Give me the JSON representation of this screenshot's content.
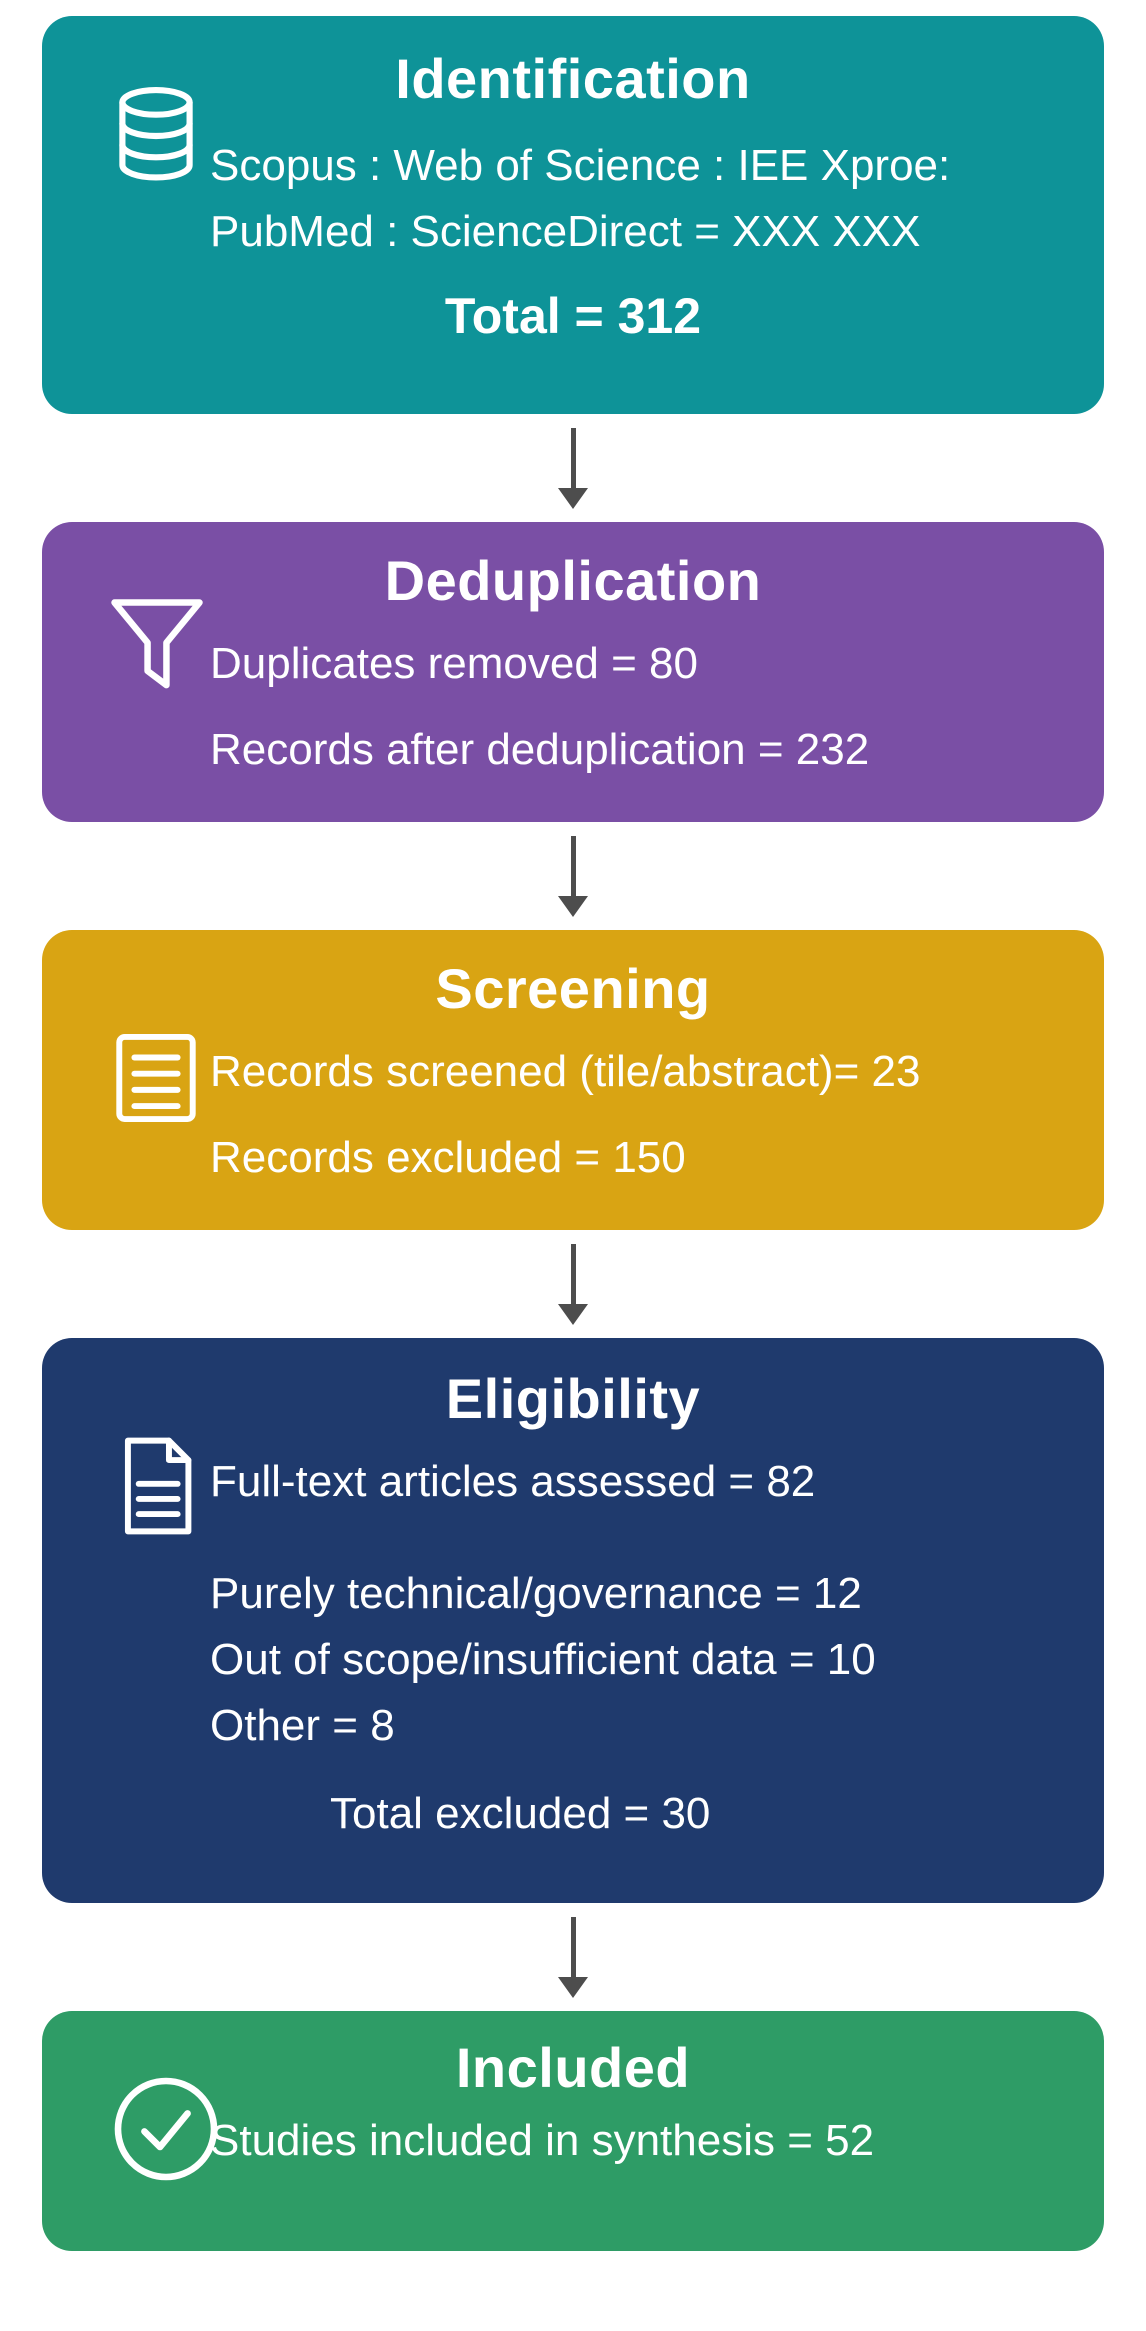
{
  "diagram": {
    "arrow_color": "#4d4d4d",
    "stages": [
      {
        "title": "Identification",
        "icon": "database-icon",
        "color": "#0e9398",
        "lines": [
          "Scopus : Web of Science : IEE Xproe:",
          "PubMed : ScienceDirect = XXX XXX"
        ],
        "total": "Total = 312"
      },
      {
        "title": "Deduplication",
        "icon": "funnel-icon",
        "color": "#7a4fa5",
        "lines": [
          "Duplicates removed = 80",
          "Records after deduplication = 232"
        ]
      },
      {
        "title": "Screening",
        "icon": "document-lines-icon",
        "color": "#d9a413",
        "lines": [
          "Records screened (tile/abstract)= 23",
          "Records excluded = 150"
        ]
      },
      {
        "title": "Eligibility",
        "icon": "document-icon",
        "color": "#1f3a6d",
        "lines": [
          "Full-text articles assessed = 82"
        ],
        "excluded_lines": [
          "Purely technical/governance = 12",
          "Out of scope/insufficient data = 10",
          "Other = 8"
        ],
        "total": "Total excluded = 30"
      },
      {
        "title": "Included",
        "icon": "check-circle-icon",
        "color": "#2e9c66",
        "lines": [
          "Studies included in synthesis = 52"
        ]
      }
    ]
  }
}
